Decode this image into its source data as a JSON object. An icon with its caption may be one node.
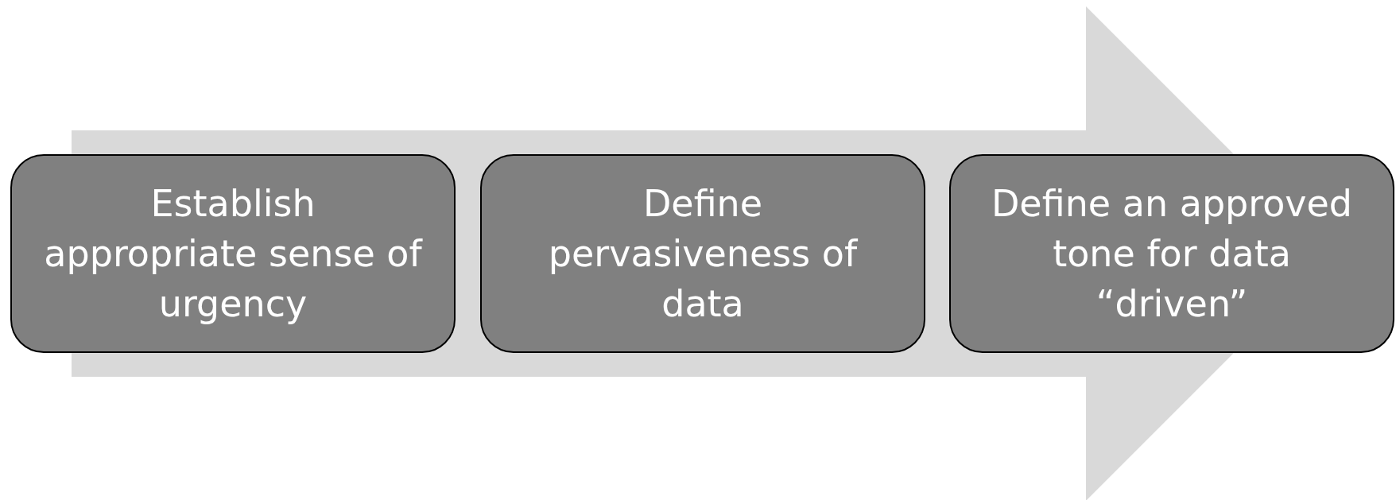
{
  "diagram": {
    "nodes": [
      {
        "text": [
          "Establish appropriate sense of urgency"
        ]
      },
      {
        "text": [
          "Define pervasiveness of data"
        ]
      },
      {
        "text": [
          "Define an approved tone for data “driven”"
        ]
      }
    ],
    "edges": [
      {
        "from": 0,
        "to": 2,
        "arrow": "to"
      }
    ]
  }
}
